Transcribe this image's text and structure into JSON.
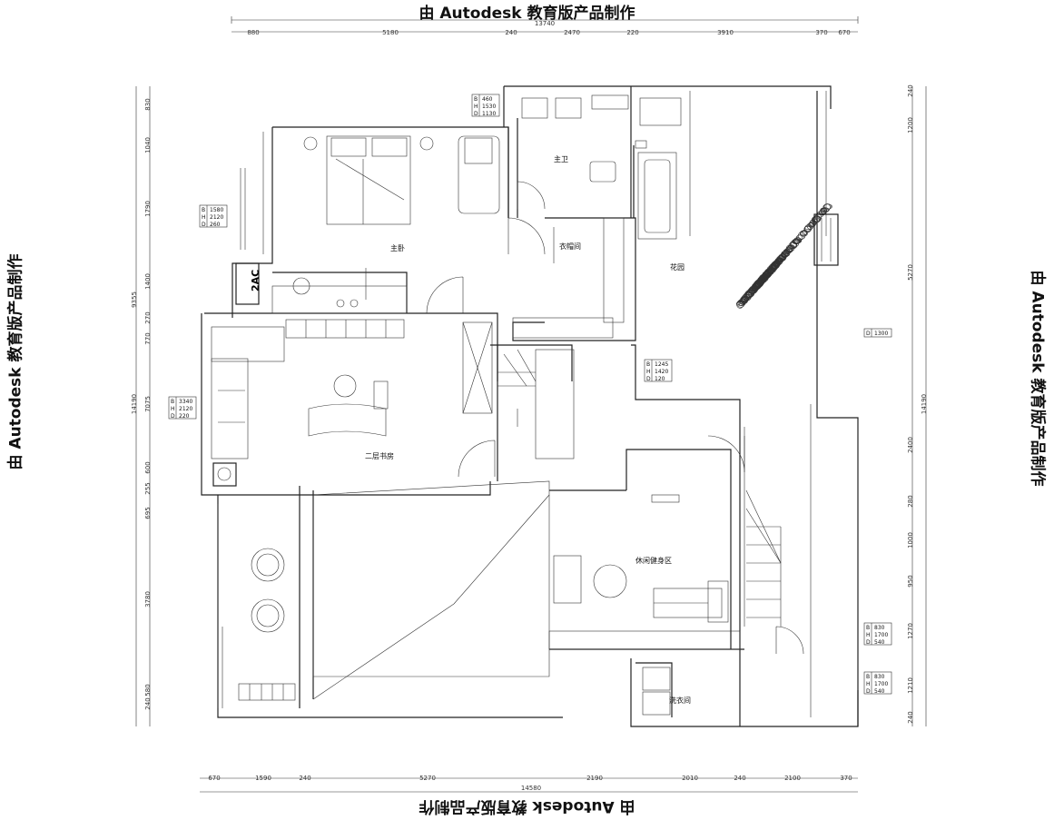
{
  "watermark": "由 Autodesk 教育版产品制作",
  "dims": {
    "top_total": "13740",
    "top": [
      "880",
      "5180",
      "240",
      "2470",
      "220",
      "3910",
      "370",
      "670"
    ],
    "bottom_total": "14580",
    "bottom": [
      "670",
      "1590",
      "240",
      "5270",
      "2190",
      "2010",
      "240",
      "2100",
      "370"
    ],
    "left_total_a": "9355",
    "left_total_b": "14190",
    "left": [
      "830",
      "1040",
      "1790",
      "1400",
      "270",
      "770",
      "7075",
      "600",
      "255",
      "695",
      "3780",
      "240",
      "580"
    ],
    "right_total": "14190",
    "right": [
      "240",
      "1200",
      "5270",
      "2400",
      "280",
      "1000",
      "950",
      "1270",
      "1210",
      "240"
    ]
  },
  "rooms": {
    "master_bedroom": "主卧",
    "master_bath": "主卫",
    "closet": "衣帽间",
    "garden": "花园",
    "study": "二层书房",
    "leisure_gym": "休闲健身区",
    "laundry": "洗衣间",
    "ac_label": "2AC"
  },
  "specs": {
    "window_bedroom": {
      "B": "1580",
      "H": "2120",
      "D": "260"
    },
    "window_bath": {
      "B": "460",
      "H": "1530",
      "D": "1130"
    },
    "window_study": {
      "B": "3340",
      "H": "2120",
      "D": "220"
    },
    "window_garden": {
      "B": "1245",
      "H": "1420",
      "D": "120"
    },
    "garden_d": {
      "D": "1300"
    },
    "window_gym": {
      "B": "830",
      "H": "1700",
      "D": "540"
    },
    "window_laundry": {
      "B": "830",
      "H": "1700",
      "D": "540"
    }
  }
}
